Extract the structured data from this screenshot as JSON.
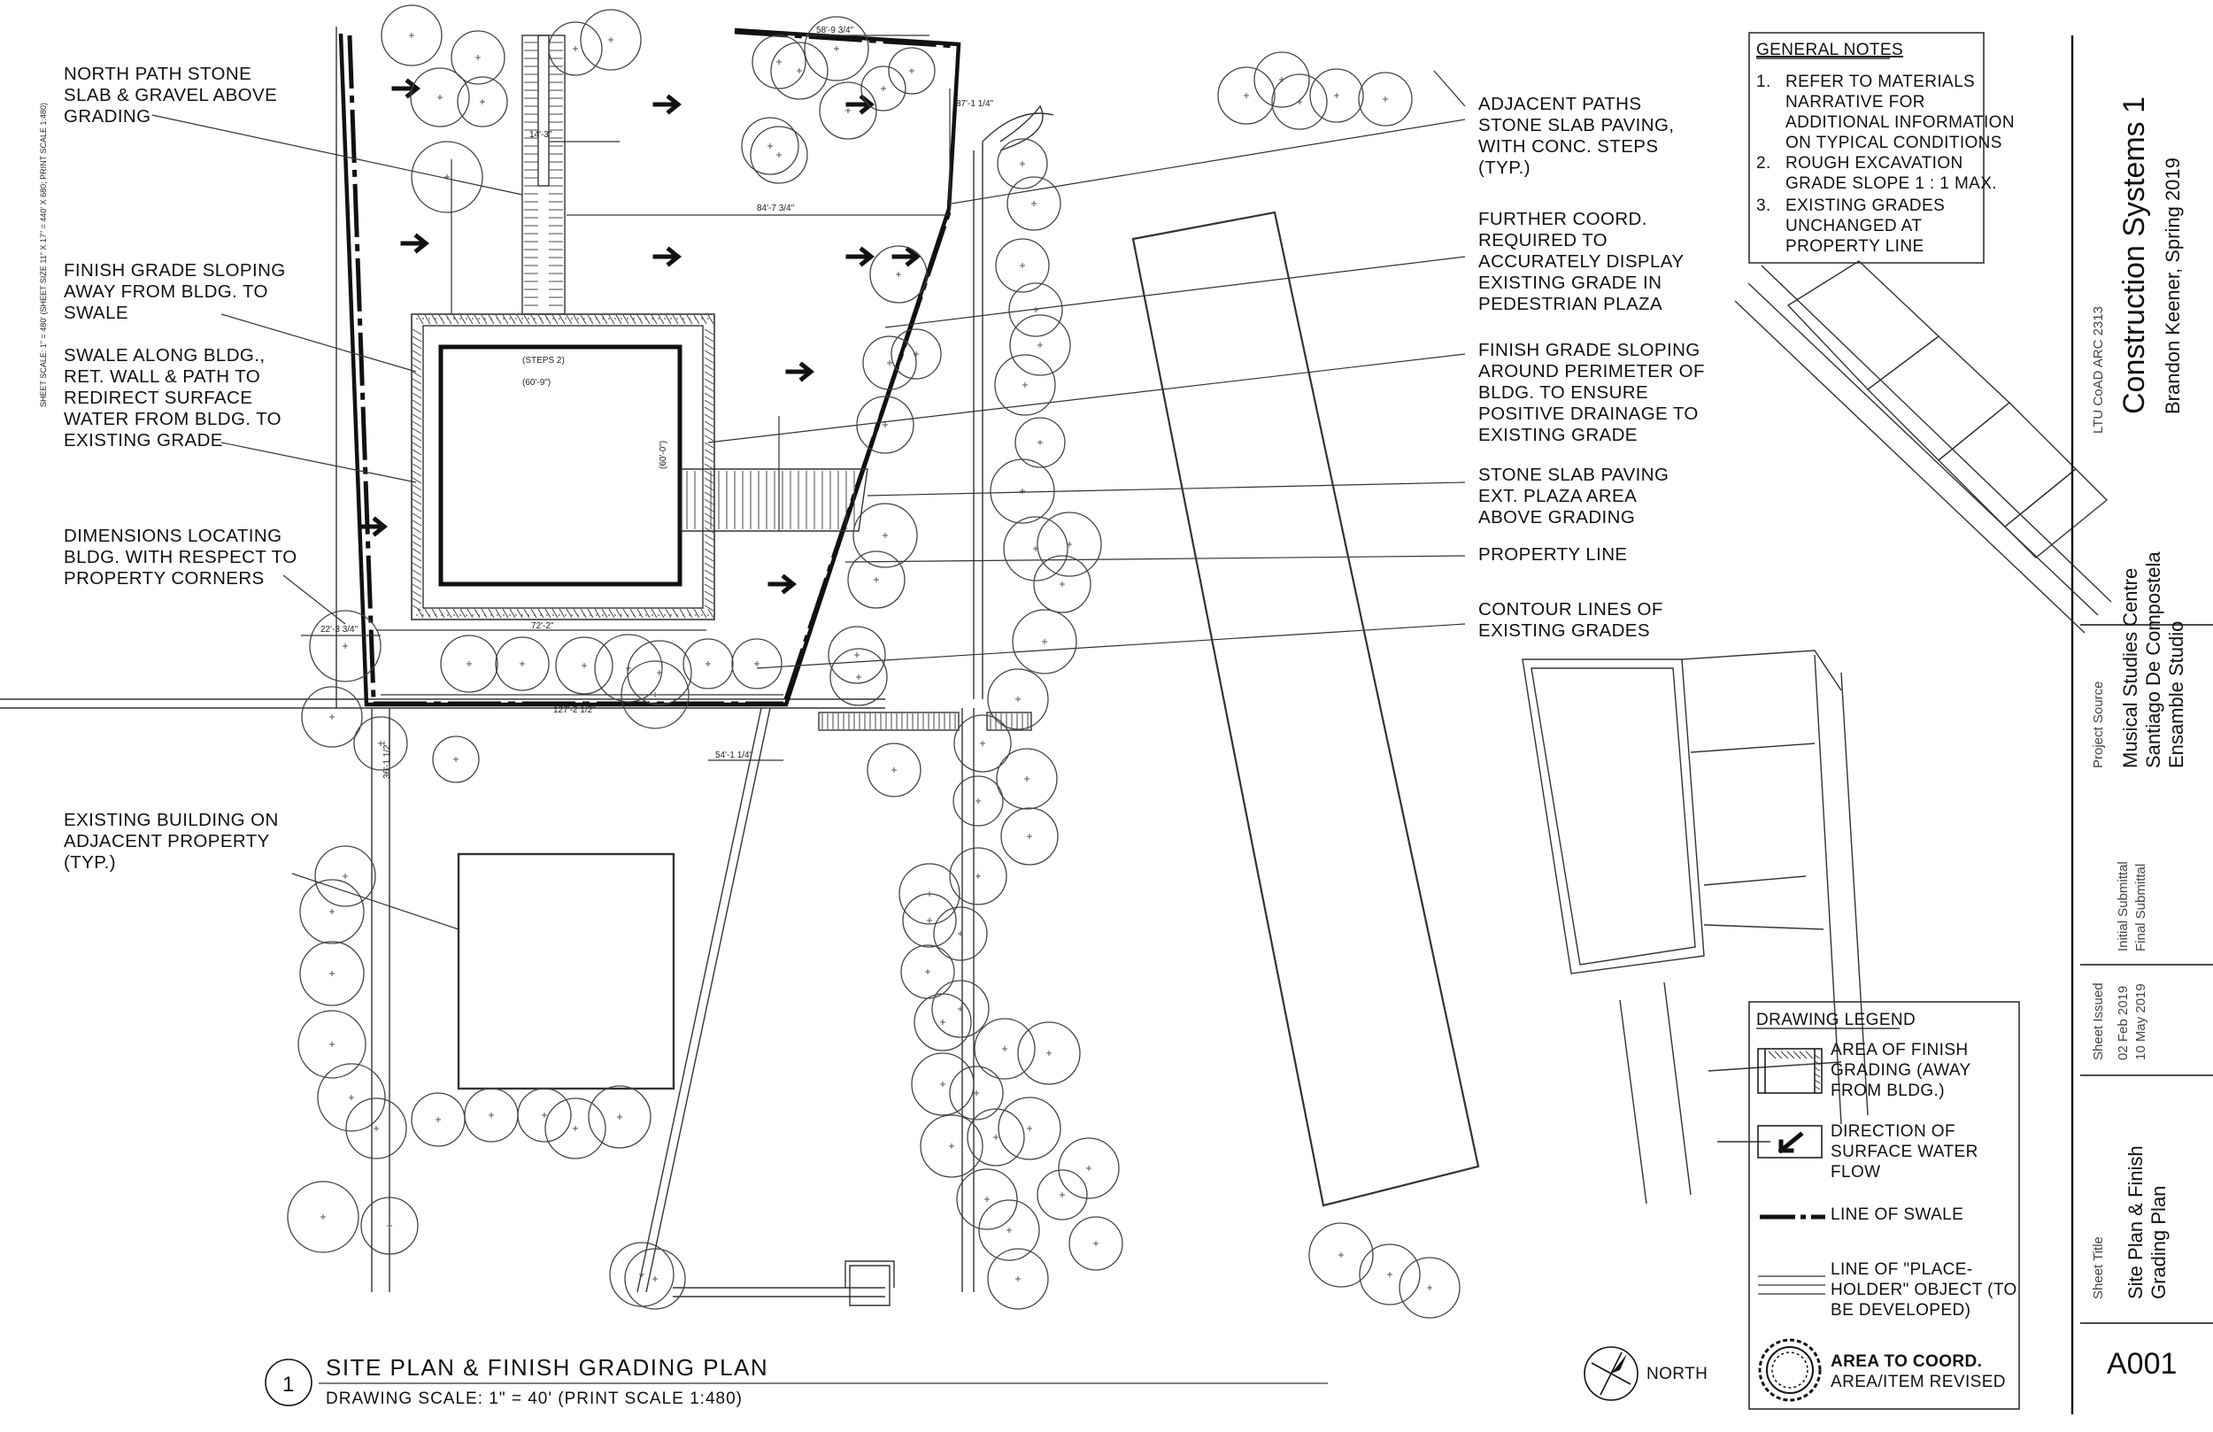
{
  "sheet_scale_note": "SHEET SCALE: 1\" = 480' (SHEET SIZE 11\" X 17\" = 440' X 680; PRINT SCALE 1:480)",
  "callouts_left": [
    {
      "lines": [
        "NORTH PATH STONE",
        "SLAB & GRAVEL ABOVE",
        "GRADING"
      ]
    },
    {
      "lines": [
        "FINISH GRADE SLOPING",
        "AWAY FROM BLDG. TO",
        "SWALE"
      ]
    },
    {
      "lines": [
        "SWALE ALONG BLDG.,",
        "RET. WALL & PATH TO",
        "REDIRECT SURFACE",
        "WATER FROM BLDG. TO",
        "EXISTING GRADE"
      ]
    },
    {
      "lines": [
        "DIMENSIONS LOCATING",
        "BLDG. WITH RESPECT TO",
        "PROPERTY CORNERS"
      ]
    },
    {
      "lines": [
        "EXISTING BUILDING ON",
        "ADJACENT PROPERTY",
        "(TYP.)"
      ]
    }
  ],
  "callouts_right": [
    {
      "lines": [
        "ADJACENT PATHS",
        "STONE SLAB PAVING,",
        "WITH CONC. STEPS",
        "(TYP.)"
      ]
    },
    {
      "lines": [
        "FURTHER COORD.",
        "REQUIRED TO",
        "ACCURATELY DISPLAY",
        "EXISTING GRADE IN",
        "PEDESTRIAN PLAZA"
      ]
    },
    {
      "lines": [
        "FINISH GRADE SLOPING",
        "AROUND PERIMETER OF",
        "BLDG. TO ENSURE",
        "POSITIVE DRAINAGE TO",
        "EXISTING GRADE"
      ]
    },
    {
      "lines": [
        "STONE SLAB PAVING",
        "EXT. PLAZA AREA",
        "ABOVE GRADING"
      ]
    },
    {
      "lines": [
        "PROPERTY LINE"
      ]
    },
    {
      "lines": [
        "CONTOUR LINES OF",
        "EXISTING GRADES"
      ]
    }
  ],
  "general_notes": {
    "heading": "GENERAL NOTES",
    "items": [
      {
        "num": "1.",
        "lines": [
          "REFER TO MATERIALS",
          "NARRATIVE FOR",
          "ADDITIONAL INFORMATION",
          "ON TYPICAL CONDITIONS"
        ]
      },
      {
        "num": "2.",
        "lines": [
          "ROUGH EXCAVATION",
          "GRADE SLOPE 1 : 1 MAX."
        ]
      },
      {
        "num": "3.",
        "lines": [
          "EXISTING GRADES",
          "UNCHANGED AT",
          "PROPERTY LINE"
        ]
      }
    ]
  },
  "legend": {
    "heading": "DRAWING LEGEND",
    "items": [
      {
        "lines": [
          "AREA OF FINISH",
          "GRADING (AWAY",
          "FROM BLDG.)"
        ]
      },
      {
        "lines": [
          "DIRECTION OF",
          "SURFACE WATER",
          "FLOW"
        ]
      },
      {
        "lines": [
          "LINE OF SWALE"
        ]
      },
      {
        "lines": [
          "LINE OF \"PLACE-",
          "HOLDER\" OBJECT (TO",
          "BE DEVELOPED)"
        ]
      },
      {
        "lines": [
          "AREA TO COORD.",
          "AREA/ITEM REVISED"
        ]
      }
    ]
  },
  "title_block": {
    "course": "LTU CoAD ARC 2313",
    "course_title": "Construction Systems 1",
    "author": "Brandon Keener, Spring 2019",
    "project_source_label": "Project Source",
    "project_lines": [
      "Musical Studies Centre",
      "Santiago De Compostela",
      "Ensamble Studio"
    ],
    "submittal_lines": [
      "Initial Submittal",
      "Final Submittal"
    ],
    "sheet_issued_label": "Sheet Issued",
    "issue_dates": [
      "02 Feb 2019",
      "10 May 2019"
    ],
    "sheet_title_label": "Sheet Title",
    "sheet_title_lines": [
      "Site Plan & Finish",
      "Grading Plan"
    ],
    "sheet_number": "A001"
  },
  "drawing_title": {
    "number": "1",
    "title": "SITE PLAN & FINISH GRADING PLAN",
    "scale": "DRAWING SCALE: 1\" = 40' (PRINT SCALE 1:480)"
  },
  "north_label": "NORTH",
  "dimensions": {
    "d1": "(STEPS 2)",
    "d2": "(60'-9\")",
    "d3": "84'-7 3/4\"",
    "d4": "72'-2\"",
    "d5": "127'-2 1/2\"",
    "d6": "22'-3 3/4\"",
    "d7": "54'-1 1/4\"",
    "d8": "58'-9 3/4\"",
    "d9": "87'-1 1/4\"",
    "d10": "14'-3\"",
    "d11": "(60'-0\")",
    "d12": "36'-1 1/2\""
  }
}
